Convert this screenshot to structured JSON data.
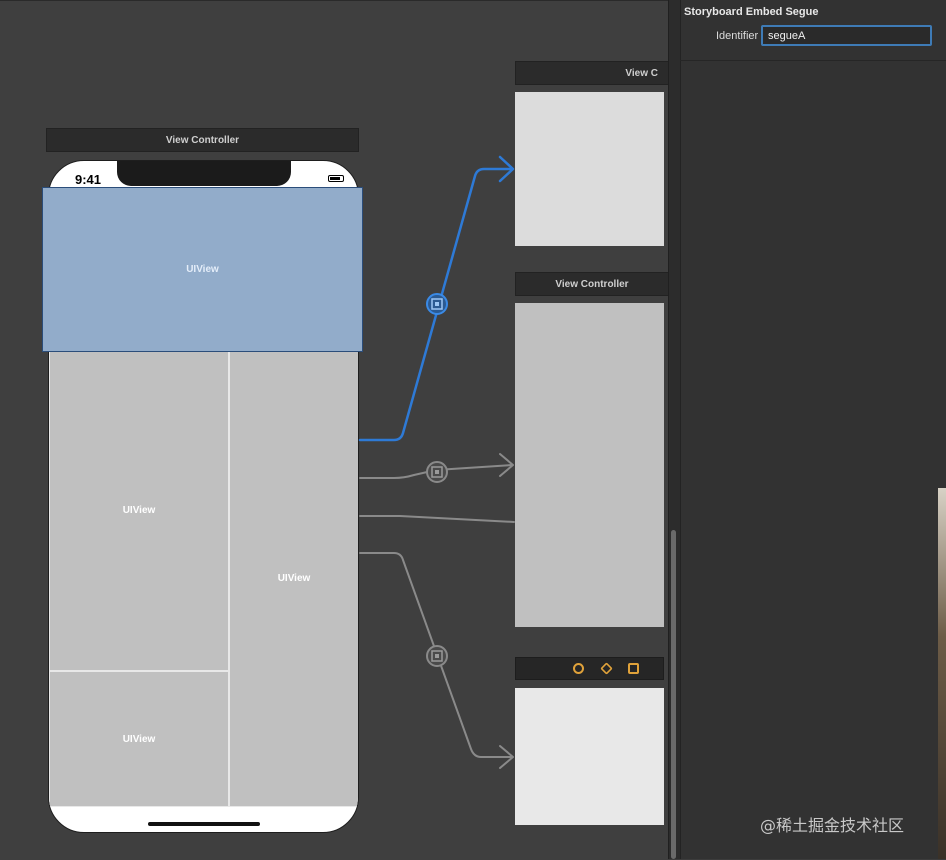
{
  "canvas": {
    "main_scene_title": "View Controller",
    "phone": {
      "time": "9:41",
      "top_view_label": "UIView",
      "left_view_label": "UIView",
      "bottom_left_view_label": "UIView",
      "right_view_label": "UIView"
    },
    "dest_scene_1_title": "View C",
    "dest_scene_2_title": "View Controller"
  },
  "inspector": {
    "section_title": "Storyboard Embed Segue",
    "identifier_label": "Identifier",
    "identifier_value": "segueA"
  },
  "watermark": "@稀土掘金技术社区",
  "colors": {
    "selected_segue": "#2e7ad6",
    "segue": "#8a8a8a",
    "selected_view": "#92acca",
    "dock_icon": "#e0a23a"
  }
}
